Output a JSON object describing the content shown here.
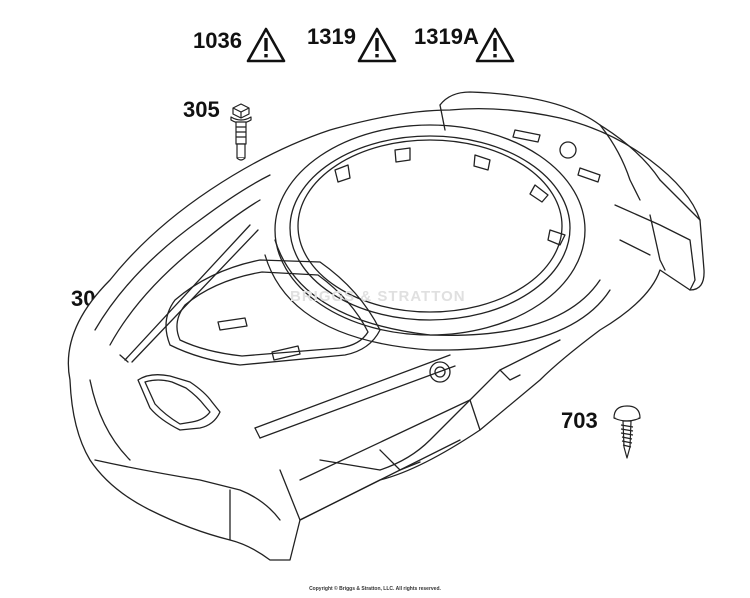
{
  "labels": {
    "warning_1": "1036",
    "warning_2": "1319",
    "warning_3": "1319A",
    "bolt": "305",
    "shroud": "304",
    "screw": "703"
  },
  "watermark": "BRIGGS & STRATTON",
  "copyright": "Copyright © Briggs & Stratton, LLC. All rights reserved.",
  "icons": [
    "warning-triangle-icon",
    "warning-triangle-icon",
    "warning-triangle-icon",
    "bolt-icon",
    "screw-icon"
  ],
  "colors": {
    "line": "#222222",
    "label": "#111111",
    "watermark": "#e0e0e0"
  }
}
